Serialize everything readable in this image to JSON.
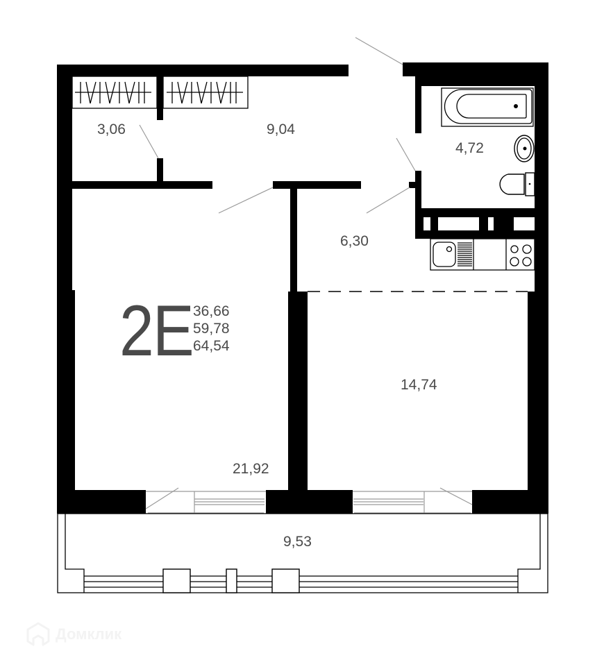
{
  "apartment": {
    "code": "2E",
    "areas": {
      "living": "36,66",
      "total": "59,78",
      "total_with_balcony": "64,54"
    }
  },
  "rooms": [
    {
      "id": "wardrobe",
      "area": "3,06"
    },
    {
      "id": "hallway",
      "area": "9,04"
    },
    {
      "id": "bathroom",
      "area": "4,72"
    },
    {
      "id": "kitchen",
      "area": "6,30"
    },
    {
      "id": "living-room",
      "area": "21,92"
    },
    {
      "id": "bedroom",
      "area": "14,74"
    },
    {
      "id": "loggia",
      "area": "9,53"
    }
  ],
  "colors": {
    "wall": "#000000",
    "text": "#4a4a4a",
    "door_swing": "#9a9a9a",
    "watermark": "#f3f3f3"
  },
  "watermark": {
    "text": "Домклик",
    "icon": "domclick-house-icon"
  }
}
